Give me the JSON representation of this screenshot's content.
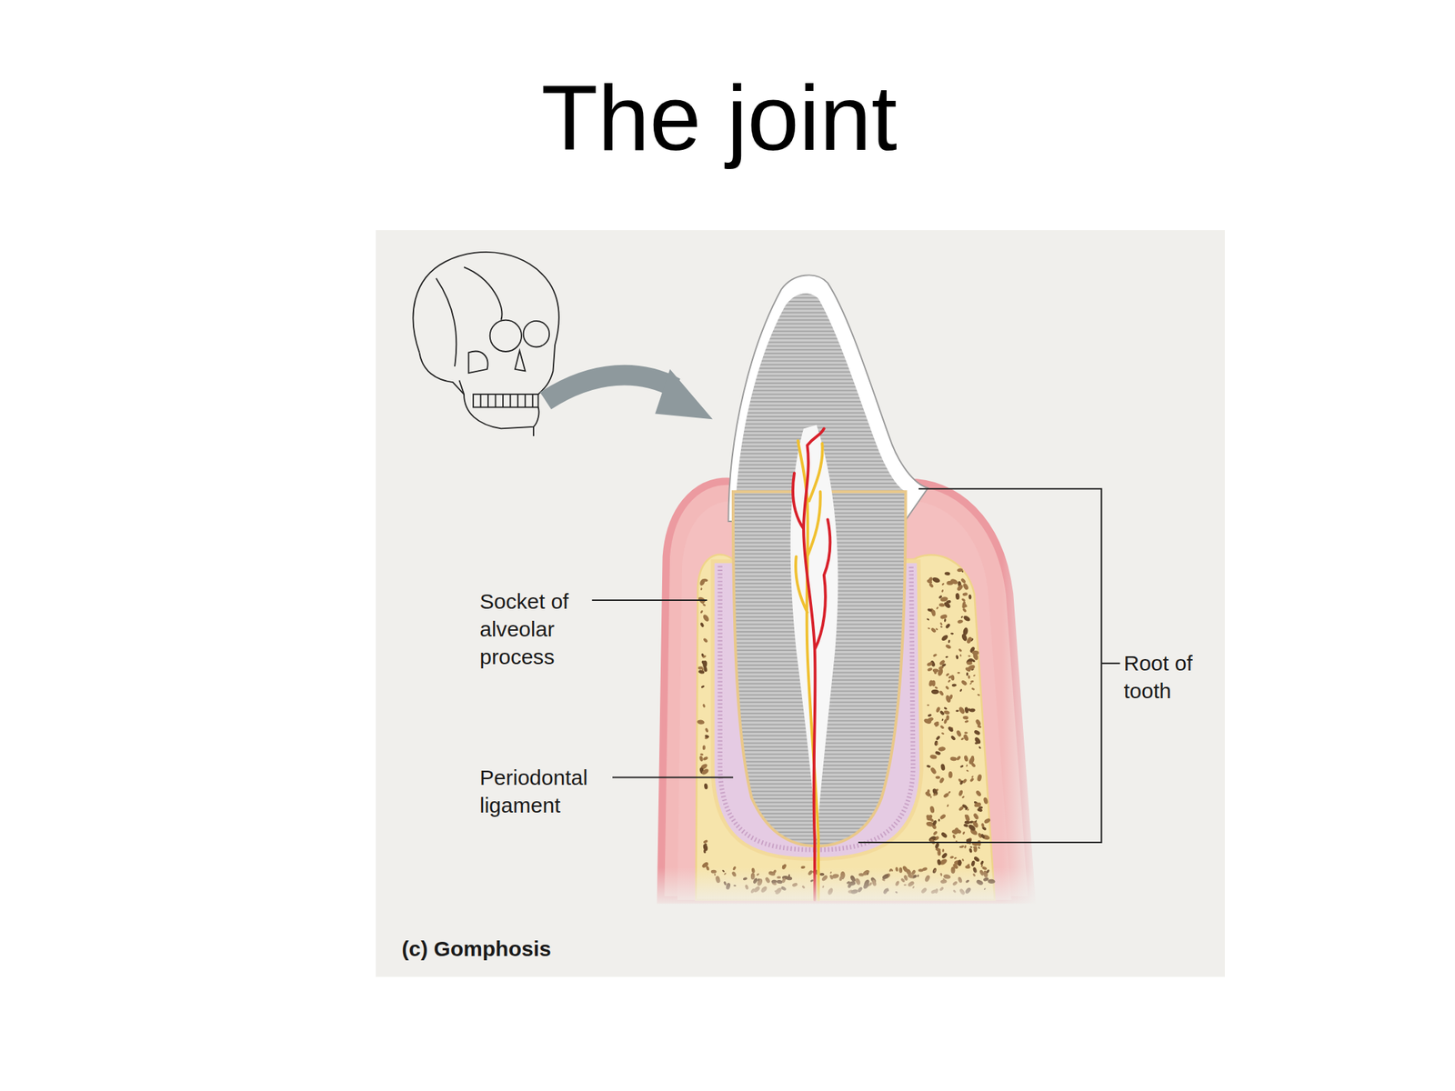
{
  "diagram": {
    "title": "The joint",
    "caption": "(c) Gomphosis",
    "labels": [
      "Socket of alveolar process",
      "Periodontal ligament",
      "Root of tooth"
    ]
  }
}
